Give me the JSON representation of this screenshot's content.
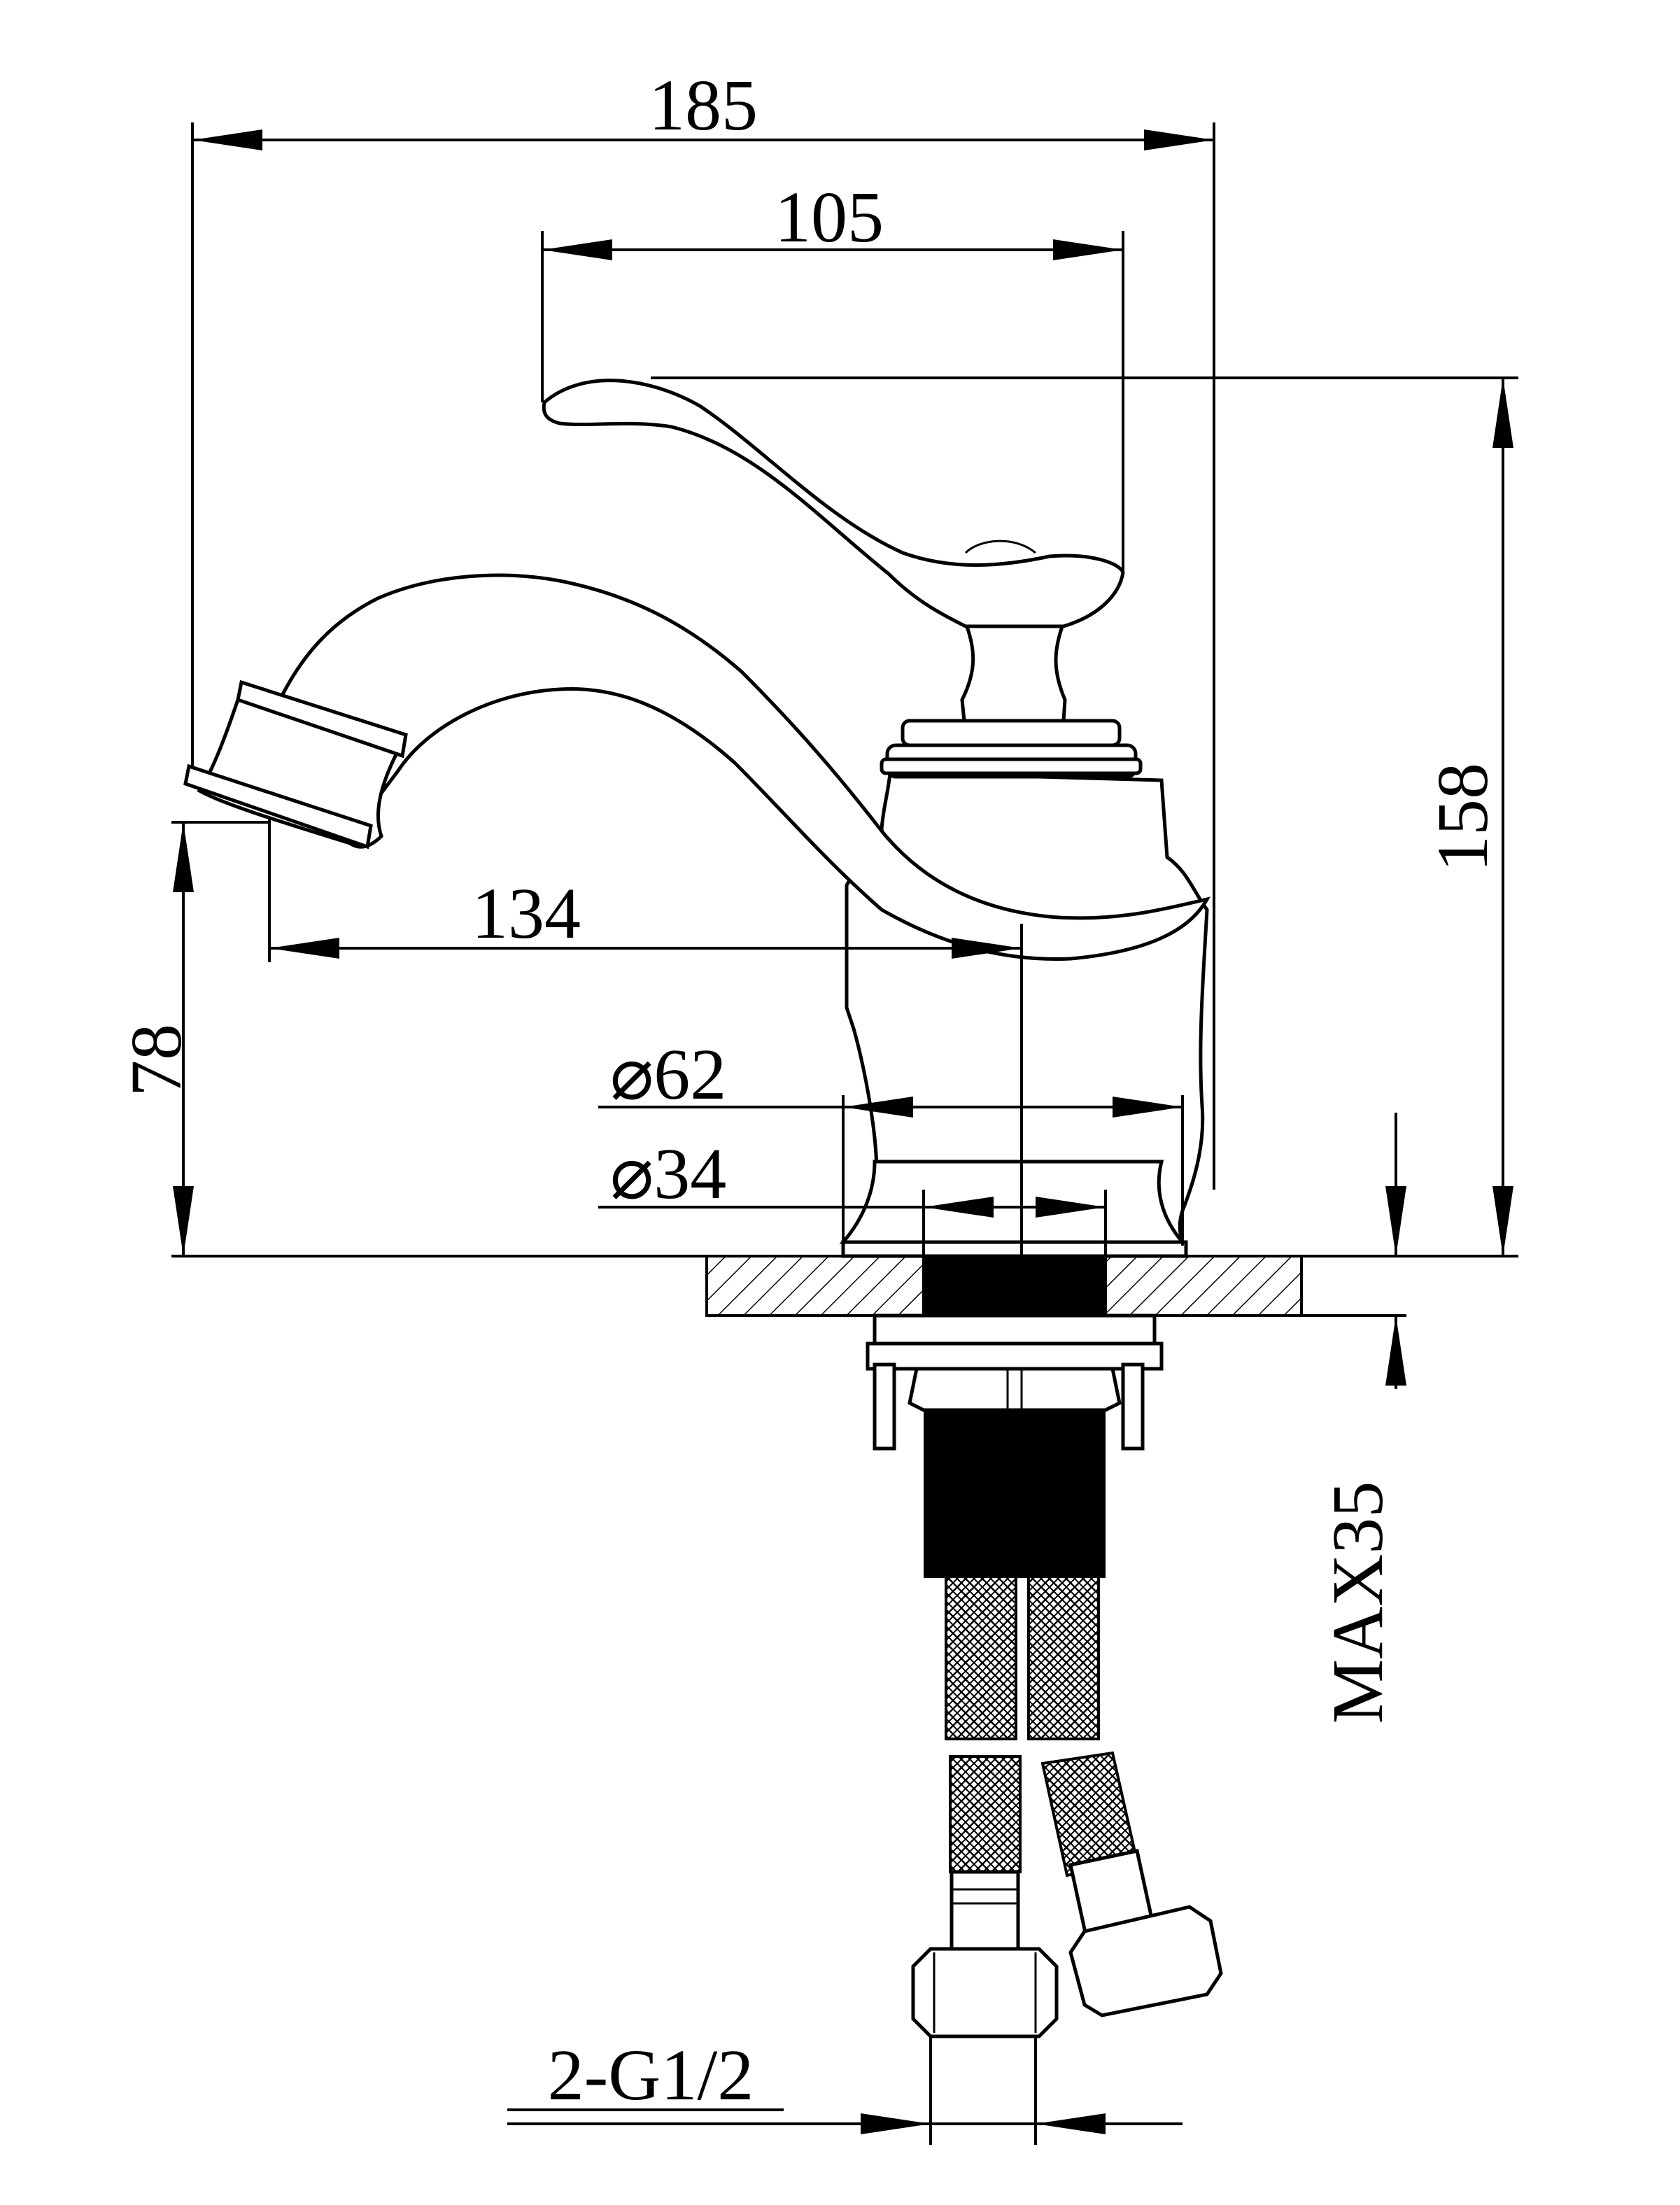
{
  "drawing": {
    "title": "",
    "dimensions": {
      "overall_width": "185",
      "handle_reach": "105",
      "overall_height": "158",
      "spout_reach": "134",
      "spout_height": "78",
      "base_diameter": "⌀62",
      "shank_diameter": "⌀34",
      "max_deck_thickness": "MAX35",
      "hose_thread": "2-G1/2"
    }
  }
}
